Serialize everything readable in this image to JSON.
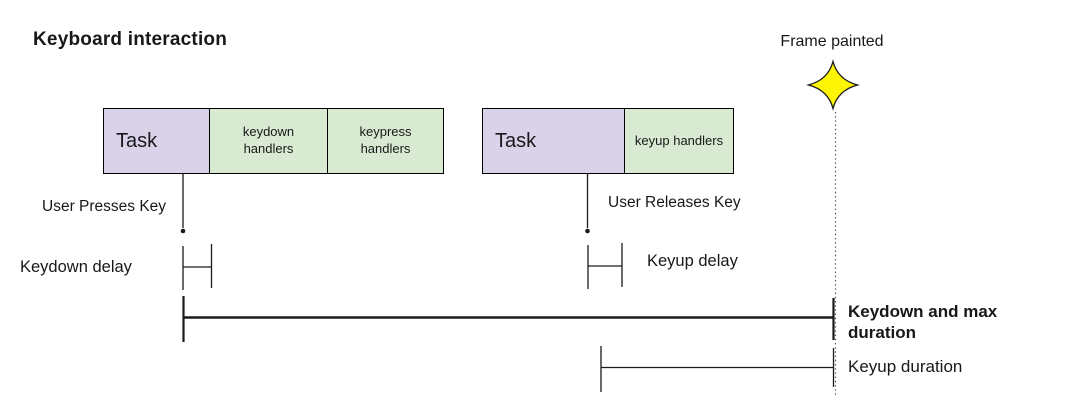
{
  "title": "Keyboard interaction",
  "frame_marker": {
    "label": "Frame painted",
    "icon": "four-point-star-icon",
    "star_fill": "#fdf505"
  },
  "keydown_group": {
    "task_label": "Task",
    "handlers": [
      "keydown handlers",
      "keypress handlers"
    ],
    "event_label": "User Presses Key",
    "delay_label": "Keydown delay"
  },
  "keyup_group": {
    "task_label": "Task",
    "handlers": [
      "keyup handlers"
    ],
    "event_label": "User Releases Key",
    "delay_label": "Keyup delay"
  },
  "durations": {
    "keydown": "Keydown and max duration",
    "keyup": "Keyup duration"
  },
  "colors": {
    "task_fill": "#d9d2e9",
    "handler_fill": "#d9ead3",
    "line": "#1a1a1a"
  }
}
